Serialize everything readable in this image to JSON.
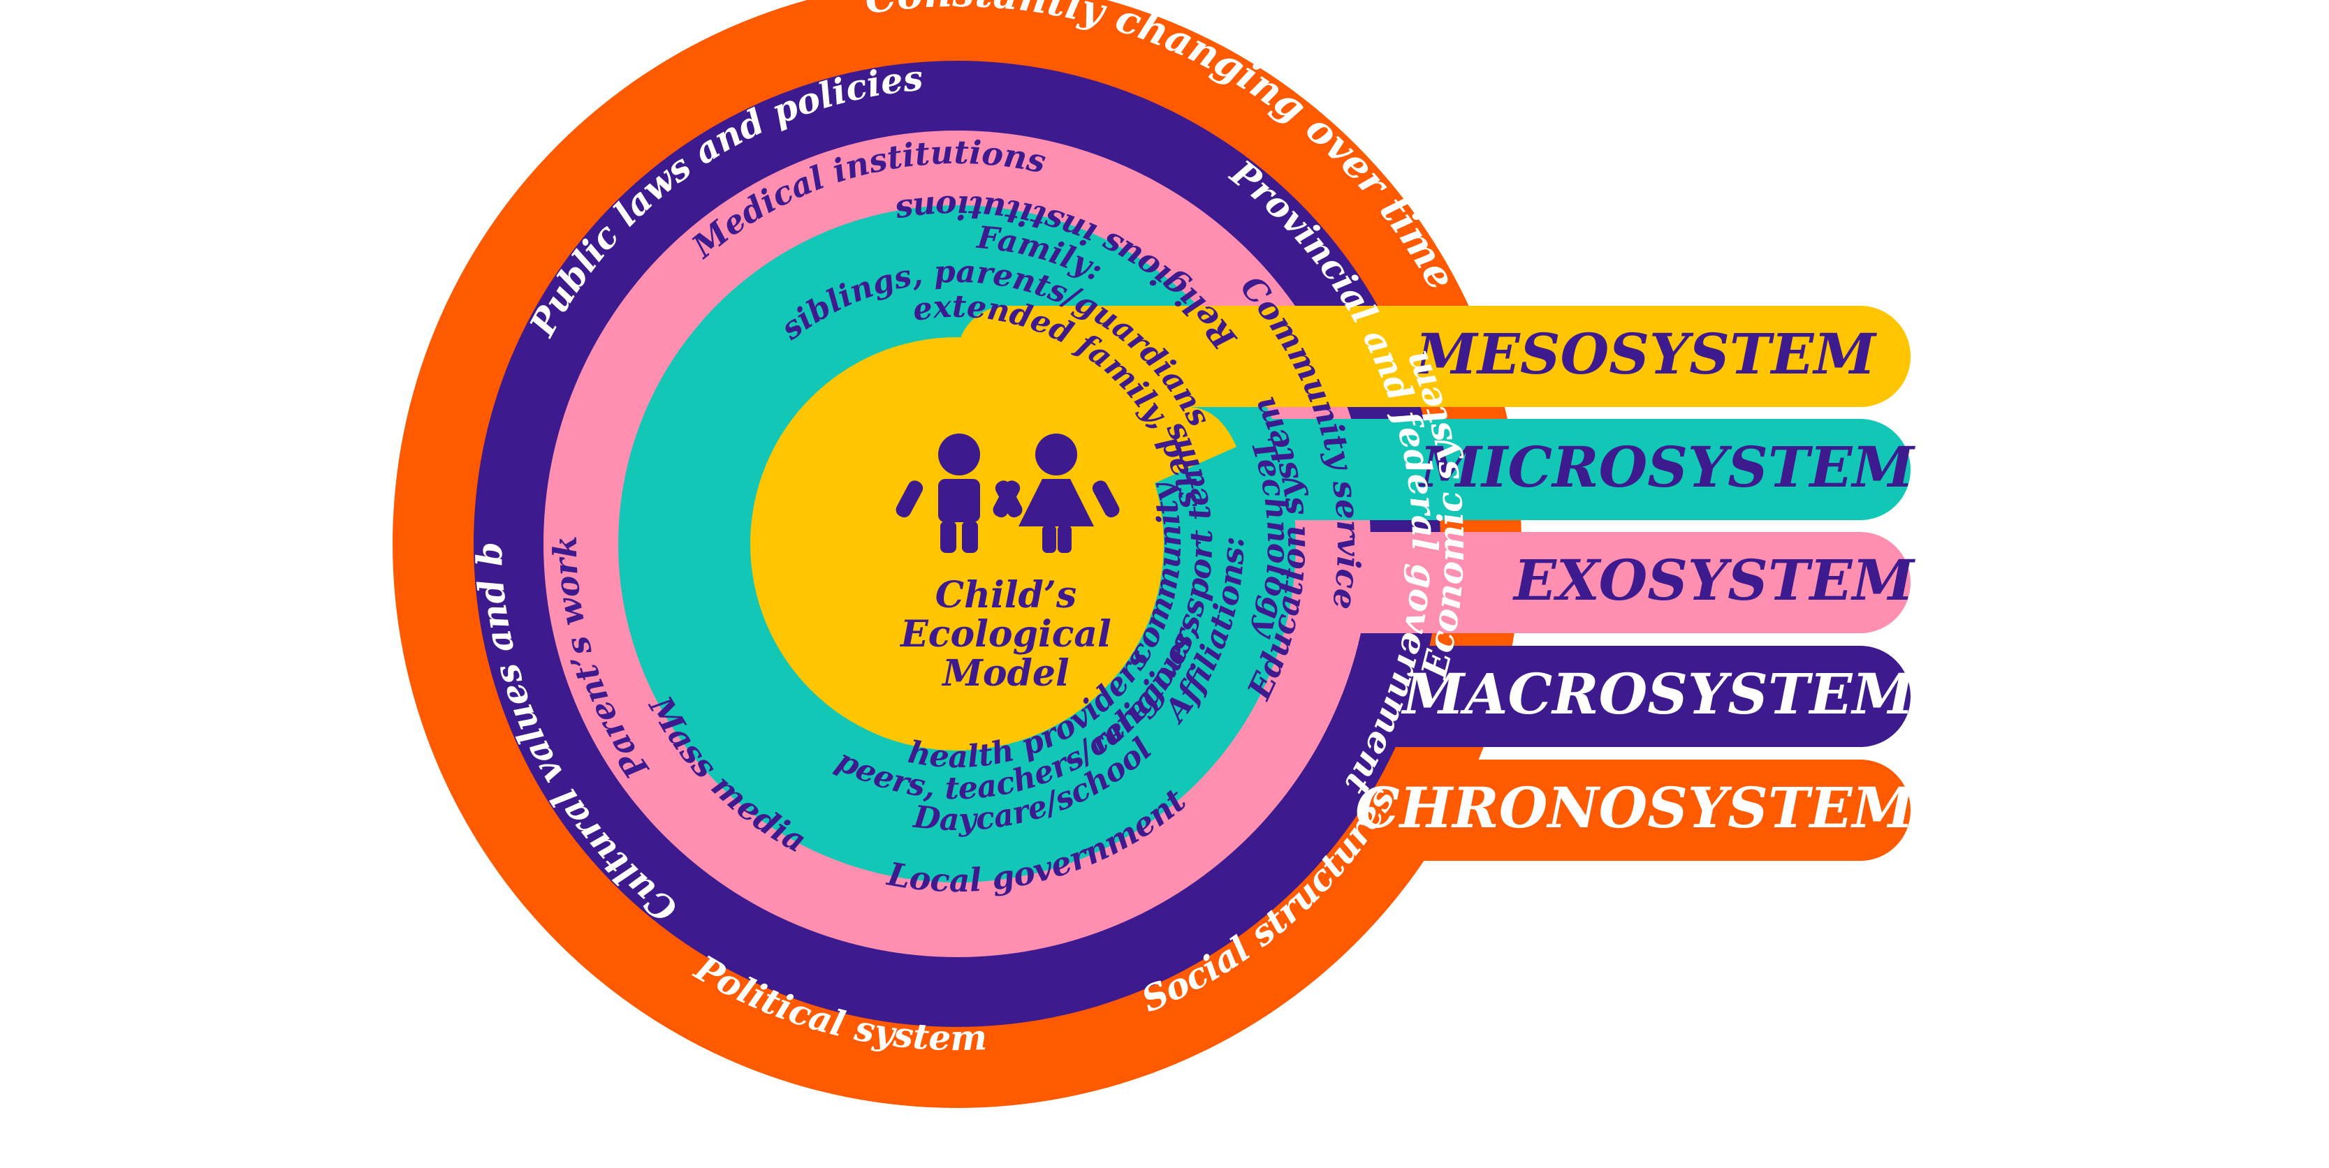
{
  "colors": {
    "chrono": "#ff5a00",
    "macro": "#3d1a8e",
    "exo": "#ff8fb1",
    "micro": "#12c7b6",
    "meso": "#ffc500",
    "text_dark": "#3d1a8e",
    "text_light": "#ffffff"
  },
  "icons": [
    "boy-icon",
    "girl-icon"
  ],
  "bands": {
    "meso": "MESOSYSTEM",
    "micro": "MICROSYSTEM",
    "exo": "EXOSYSTEM",
    "macro": "MACROSYSTEM",
    "chrono": "CHRONOSYSTEM"
  },
  "center": {
    "line1": "Child’s",
    "line2": "Ecological",
    "line3": "Model"
  },
  "chrono": {
    "label": "Constantly changing over time"
  },
  "macro": {
    "provincial": "Provincial and federal government",
    "public_laws": "Public laws and policies",
    "cultural": "Cultural values and beliefs",
    "political": "Political system",
    "social": "Social structures",
    "economic": "Economic system"
  },
  "exo": {
    "medical": "Medical institutions",
    "community": "Community service",
    "workplace": "Parent’s workplace",
    "mass_media": "Mass media",
    "local_gov": "Local government",
    "education": "Education system",
    "religious": "Religious institutions"
  },
  "micro": {
    "technology": "Technology",
    "family1": "Family:",
    "family2": "siblings, parents/guardians",
    "family3": "extended family, pets",
    "daycare1": "Daycare/school",
    "daycare2": "peers, teachers/caregivers",
    "daycare3": "health providers",
    "affil1": "Affiliations:",
    "affil2": "religious, sport teams",
    "affil3": "community"
  }
}
